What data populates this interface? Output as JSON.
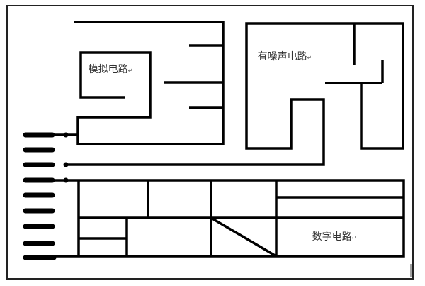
{
  "labels": {
    "analog": "模拟电路",
    "noisy": "有噪声电路",
    "digital": "数字电路",
    "return_mark": "↵"
  },
  "colors": {
    "trace": "#000000",
    "frame": "#222222",
    "background": "#ffffff"
  }
}
